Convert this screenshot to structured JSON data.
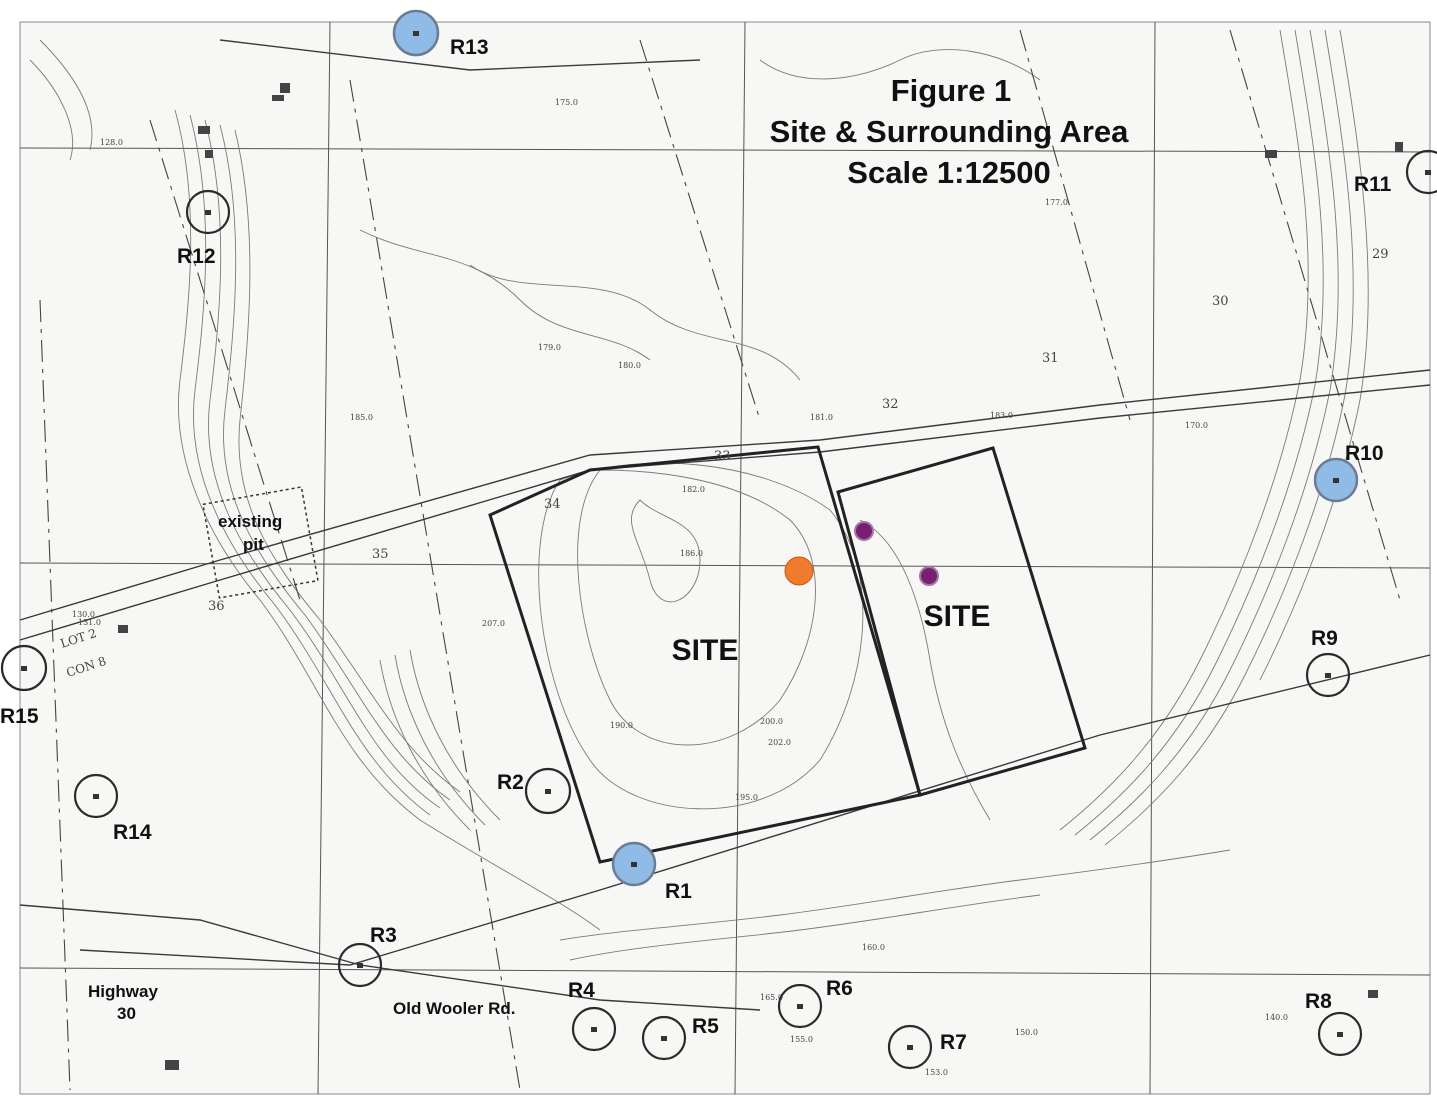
{
  "title_lines": [
    "Figure 1",
    "Site & Surrounding Area",
    "Scale 1:12500"
  ],
  "site_labels": [
    "SITE",
    "SITE"
  ],
  "place_labels": {
    "existing_pit": [
      "existing",
      "pit"
    ],
    "highway": [
      "Highway",
      "30"
    ],
    "old_wooler": "Old Wooler Rd.",
    "lot": "LOT 2",
    "con": "CON 8"
  },
  "receptors": [
    {
      "id": "R1",
      "style": "blue"
    },
    {
      "id": "R2",
      "style": "ring"
    },
    {
      "id": "R3",
      "style": "ring"
    },
    {
      "id": "R4",
      "style": "ring"
    },
    {
      "id": "R5",
      "style": "ring"
    },
    {
      "id": "R6",
      "style": "ring"
    },
    {
      "id": "R7",
      "style": "ring"
    },
    {
      "id": "R8",
      "style": "ring"
    },
    {
      "id": "R9",
      "style": "ring"
    },
    {
      "id": "R10",
      "style": "blue"
    },
    {
      "id": "R11",
      "style": "ring"
    },
    {
      "id": "R12",
      "style": "ring"
    },
    {
      "id": "R13",
      "style": "blue"
    },
    {
      "id": "R14",
      "style": "ring"
    },
    {
      "id": "R15",
      "style": "ring"
    }
  ],
  "markers": [
    {
      "kind": "orange-source"
    },
    {
      "kind": "purple-source"
    },
    {
      "kind": "purple-source"
    }
  ],
  "elevations": [
    "175.0",
    "177.0",
    "179.0",
    "180.0",
    "181.0",
    "182.0",
    "183.0",
    "185.0",
    "186.0",
    "190.0",
    "195.0",
    "200.0",
    "202.0",
    "207.0",
    "170.0",
    "165.0",
    "160.0",
    "155.0",
    "150.0",
    "140.0",
    "131.0",
    "130.0",
    "128.0",
    "153.0"
  ],
  "lot_numbers": [
    "29",
    "30",
    "31",
    "32",
    "33",
    "34",
    "35",
    "36"
  ],
  "colors": {
    "receptor_blue": "#8fbbe6",
    "source_orange": "#f07a2e",
    "source_purple": "#7a1e74"
  }
}
